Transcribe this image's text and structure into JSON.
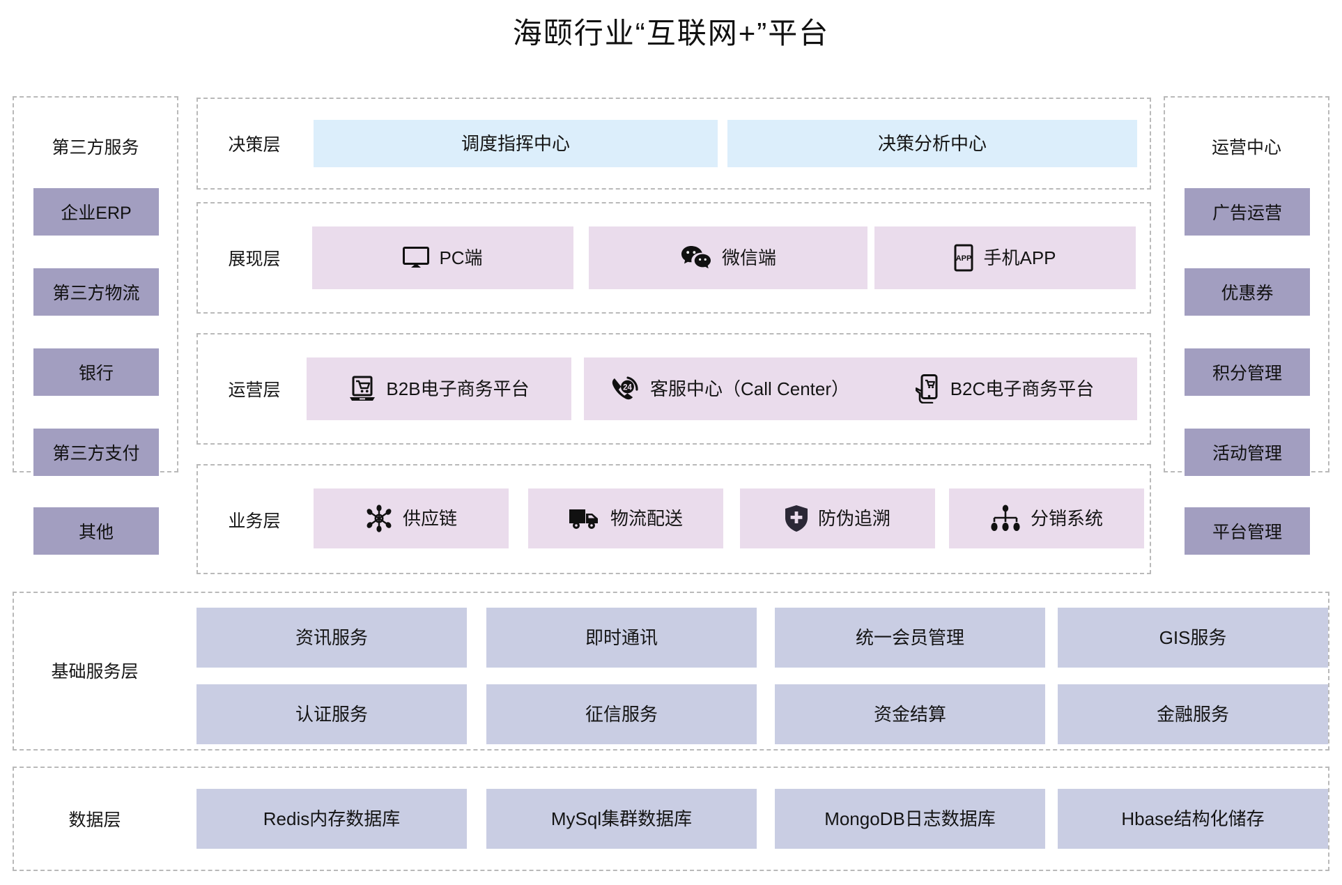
{
  "title": "海颐行业“互联网+”平台",
  "colors": {
    "chip_purple": "#a29ec0",
    "cell_blue": "#dceefb",
    "cell_pink": "#eadcec",
    "cell_lavender": "#c9cde3",
    "dash_border": "#b9b9b9"
  },
  "left_panel": {
    "header": "第三方服务",
    "items": [
      {
        "label": "企业ERP"
      },
      {
        "label": "第三方物流"
      },
      {
        "label": "银行"
      },
      {
        "label": "第三方支付"
      },
      {
        "label": "其他"
      }
    ]
  },
  "right_panel": {
    "header": "运营中心",
    "items": [
      {
        "label": "广告运营"
      },
      {
        "label": "优惠券"
      },
      {
        "label": "积分管理"
      },
      {
        "label": "活动管理"
      },
      {
        "label": "平台管理"
      }
    ]
  },
  "layers": {
    "decision": {
      "label": "决策层",
      "items": [
        {
          "label": "调度指挥中心",
          "icon": ""
        },
        {
          "label": "决策分析中心",
          "icon": ""
        }
      ]
    },
    "presentation": {
      "label": "展现层",
      "items": [
        {
          "label": "PC端",
          "icon": "monitor-icon"
        },
        {
          "label": "微信端",
          "icon": "wechat-icon"
        },
        {
          "label": "手机APP",
          "icon": "mobile-app-icon"
        }
      ]
    },
    "operation": {
      "label": "运营层",
      "items": [
        {
          "label": "B2B电子商务平台",
          "icon": "laptop-cart-icon"
        },
        {
          "label": "客服中心（Call Center）",
          "icon": "phone-24-icon"
        },
        {
          "label": "B2C电子商务平台",
          "icon": "hand-phone-cart-icon"
        }
      ]
    },
    "business": {
      "label": "业务层",
      "items": [
        {
          "label": "供应链",
          "icon": "supply-network-icon"
        },
        {
          "label": "物流配送",
          "icon": "truck-icon"
        },
        {
          "label": "防伪追溯",
          "icon": "shield-plus-icon"
        },
        {
          "label": "分销系统",
          "icon": "distribution-icon"
        }
      ]
    },
    "base_service": {
      "label": "基础服务层",
      "row1": [
        {
          "label": "资讯服务"
        },
        {
          "label": "即时通讯"
        },
        {
          "label": "统一会员管理"
        },
        {
          "label": "GIS服务"
        }
      ],
      "row2": [
        {
          "label": "认证服务"
        },
        {
          "label": "征信服务"
        },
        {
          "label": "资金结算"
        },
        {
          "label": "金融服务"
        }
      ]
    },
    "data": {
      "label": "数据层",
      "items": [
        {
          "label": "Redis内存数据库"
        },
        {
          "label": "MySql集群数据库"
        },
        {
          "label": "MongoDB日志数据库"
        },
        {
          "label": "Hbase结构化储存"
        }
      ]
    }
  }
}
